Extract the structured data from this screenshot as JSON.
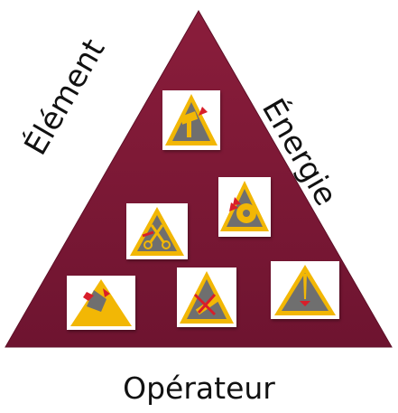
{
  "labels": {
    "left": "Élément",
    "right": "Énergie",
    "bottom": "Opérateur"
  },
  "colors": {
    "triangle": "#7c1733",
    "warning_yellow": "#f2b705",
    "warning_grey": "#6f6f6f",
    "hazard_red": "#d81e2a"
  },
  "icons": [
    "hammer-hazard-icon",
    "rotating-blade-hazard-icon",
    "scissors-hazard-icon",
    "falling-object-hazard-icon",
    "pinch-ruler-hazard-icon",
    "sharp-point-hazard-icon"
  ]
}
